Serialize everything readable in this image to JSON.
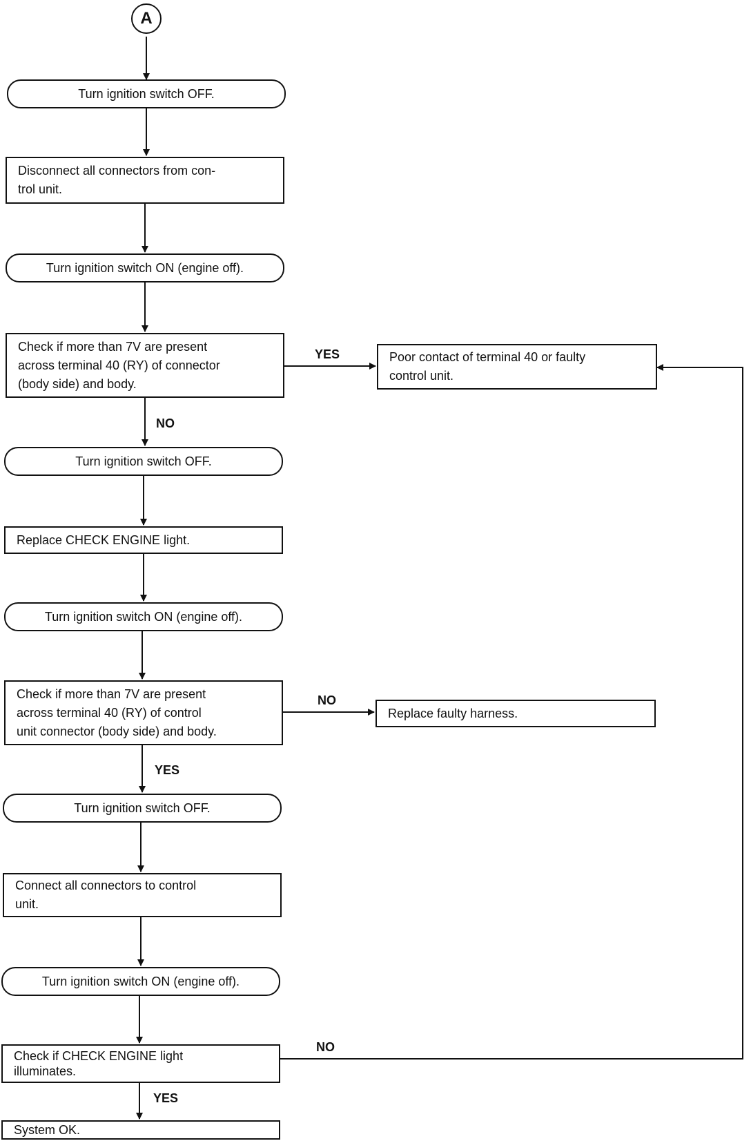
{
  "connector": "A",
  "steps": {
    "s1": "Turn ignition switch OFF.",
    "s2": "Disconnect all connectors from con-\ntrol unit.",
    "s3": "Turn ignition switch ON (engine off).",
    "s4": "Check if more than 7V are present\nacross terminal 40 (RY) of connector\n(body side) and body.",
    "s5": "Turn ignition switch OFF.",
    "s6": "Replace CHECK ENGINE light.",
    "s7": "Turn ignition switch ON (engine off).",
    "s8": "Check if more than 7V are present\nacross terminal 40 (RY) of control\nunit connector (body side) and body.",
    "s9": "Turn ignition switch OFF.",
    "s10": "Connect all connectors to control\nunit.",
    "s11": "Turn ignition switch ON (engine off).",
    "s12": "Check if CHECK ENGINE light\nilluminates.",
    "s13": "System OK.",
    "r1": "Poor contact of terminal 40 or faulty\ncontrol unit.",
    "r2": "Replace faulty harness."
  },
  "labels": {
    "yes1": "YES",
    "no1": "NO",
    "no2": "NO",
    "yes2": "YES",
    "no3": "NO",
    "yes3": "YES"
  }
}
